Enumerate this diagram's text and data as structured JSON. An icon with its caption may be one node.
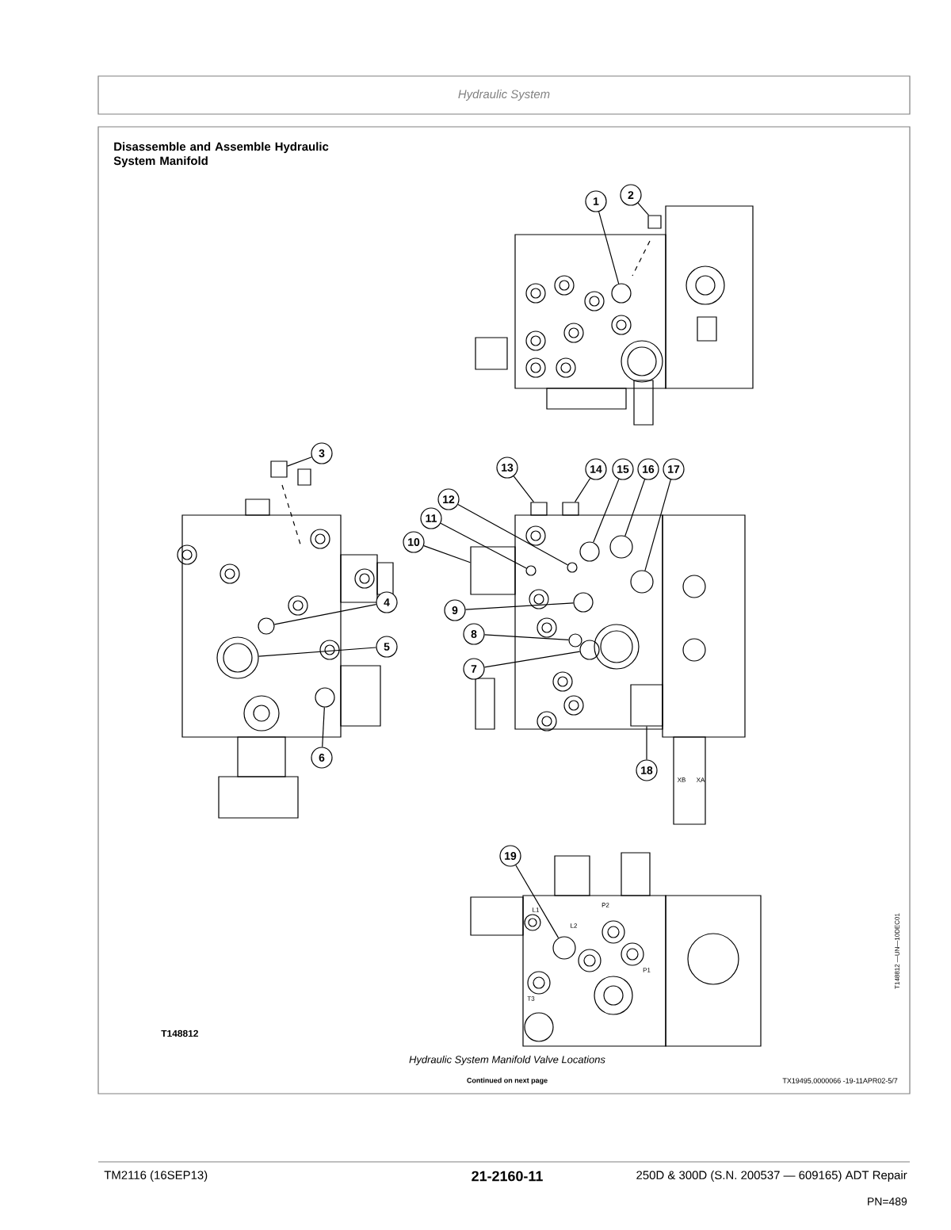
{
  "diagram": {
    "title": "Disassemble and Assemble Hydraulic System Manifold",
    "caption": "Hydraulic System Manifold Valve Locations",
    "nodes": [
      {
        "text": [
          "1"
        ]
      },
      {
        "text": [
          "2"
        ]
      },
      {
        "text": [
          "3"
        ]
      },
      {
        "text": [
          "4"
        ]
      },
      {
        "text": [
          "5"
        ]
      },
      {
        "text": [
          "6"
        ]
      },
      {
        "text": [
          "7"
        ]
      },
      {
        "text": [
          "8"
        ]
      },
      {
        "text": [
          "9"
        ]
      },
      {
        "text": [
          "10"
        ]
      },
      {
        "text": [
          "11"
        ]
      },
      {
        "text": [
          "12"
        ]
      },
      {
        "text": [
          "13"
        ]
      },
      {
        "text": [
          "14"
        ]
      },
      {
        "text": [
          "15"
        ]
      },
      {
        "text": [
          "16"
        ]
      },
      {
        "text": [
          "17"
        ]
      },
      {
        "text": [
          "18"
        ]
      },
      {
        "text": [
          "19"
        ]
      },
      {
        "text": [],
        "shape": "circle"
      },
      {
        "text": [],
        "shape": "box"
      },
      {
        "text": [],
        "shape": "box"
      },
      {
        "text": [],
        "shape": "circle"
      },
      {
        "text": [],
        "shape": "circle"
      },
      {
        "text": [],
        "shape": "circle"
      },
      {
        "text": [],
        "shape": "circle"
      },
      {
        "text": [],
        "shape": "circle"
      },
      {
        "text": [],
        "shape": "circle"
      },
      {
        "text": [],
        "shape": "box"
      },
      {
        "text": [],
        "shape": "circle"
      },
      {
        "text": [],
        "shape": "circle"
      },
      {
        "text": [],
        "shape": "box"
      },
      {
        "text": [],
        "shape": "box"
      },
      {
        "text": [],
        "shape": "circle"
      },
      {
        "text": [],
        "shape": "circle"
      },
      {
        "text": [],
        "shape": "circle"
      },
      {
        "text": [],
        "shape": "box"
      },
      {
        "text": [],
        "shape": "circle"
      }
    ],
    "edges": [
      {
        "from": 0,
        "to": 19,
        "arrow": "none"
      },
      {
        "from": 1,
        "to": 20,
        "arrow": "none"
      },
      {
        "from": 2,
        "to": 21,
        "arrow": "none"
      },
      {
        "from": 3,
        "to": 22,
        "arrow": "none"
      },
      {
        "from": 4,
        "to": 23,
        "arrow": "none"
      },
      {
        "from": 5,
        "to": 24,
        "arrow": "none"
      },
      {
        "from": 6,
        "to": 25,
        "arrow": "none"
      },
      {
        "from": 7,
        "to": 26,
        "arrow": "none"
      },
      {
        "from": 8,
        "to": 27,
        "arrow": "none"
      },
      {
        "from": 9,
        "to": 28,
        "arrow": "none"
      },
      {
        "from": 10,
        "to": 29,
        "arrow": "none"
      },
      {
        "from": 11,
        "to": 30,
        "arrow": "none"
      },
      {
        "from": 12,
        "to": 31,
        "arrow": "none"
      },
      {
        "from": 13,
        "to": 32,
        "arrow": "none"
      },
      {
        "from": 14,
        "to": 33,
        "arrow": "none"
      },
      {
        "from": 15,
        "to": 34,
        "arrow": "none"
      },
      {
        "from": 16,
        "to": 35,
        "arrow": "none"
      },
      {
        "from": 17,
        "to": 36,
        "arrow": "none"
      },
      {
        "from": 18,
        "to": 37,
        "arrow": "none"
      }
    ],
    "labels": [
      "Hydraulic System",
      "XB",
      "XA",
      "L1",
      "L2",
      "P2",
      "P1",
      "T3",
      "T148812",
      "T148812 —UN—10DEC01",
      "Continued on next page",
      "TX19495,0000066 -19-11APR02-5/7",
      "TM2116 (16SEP13)",
      "21-2160-11",
      "250D & 300D (S.N. 200537 — 609165) ADT Repair",
      "PN=489"
    ]
  }
}
